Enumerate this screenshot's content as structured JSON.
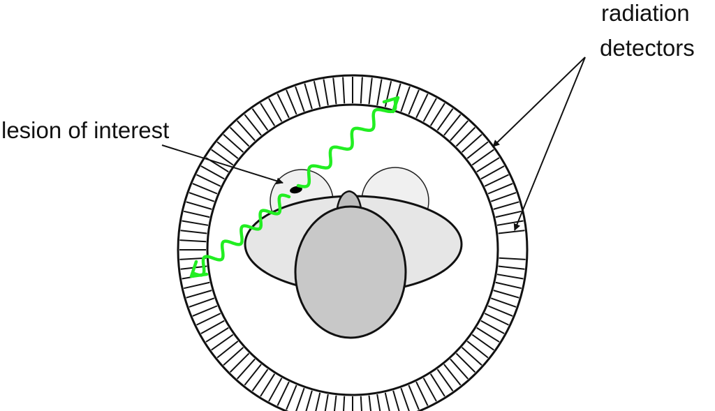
{
  "labels": {
    "lesion": "lesion of interest",
    "detectors_line1": "radiation",
    "detectors_line2": "detectors"
  },
  "colors": {
    "background": "#ffffff",
    "outline": "#111111",
    "body_fill": "#e6e6e6",
    "head_fill": "#c8c8c8",
    "breast_fill": "#f0f0f0",
    "photon_path": "#22ee22",
    "lesion": "#000000"
  }
}
